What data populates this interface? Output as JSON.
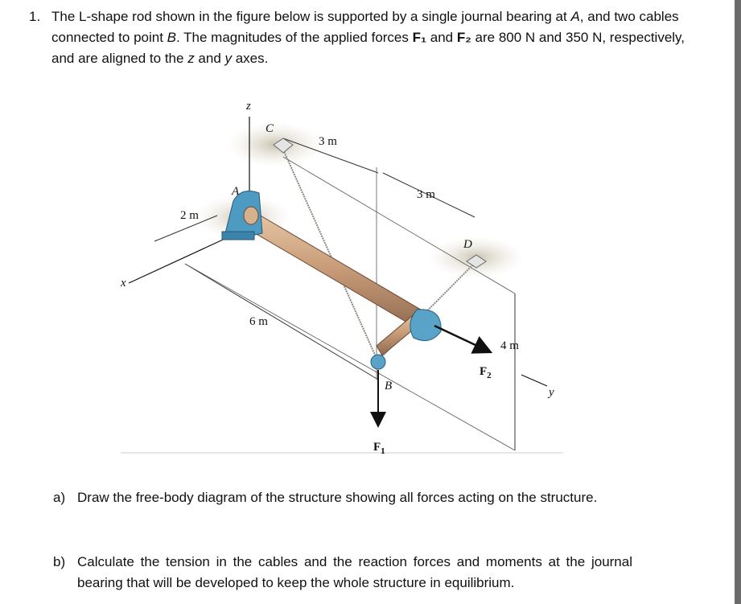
{
  "problem": {
    "number": "1.",
    "text_parts": [
      "The L-shape rod shown in the figure below is supported by a single journal bearing at ",
      "A",
      ", and two cables connected to point ",
      "B",
      ". The magnitudes of the applied forces ",
      "F₁",
      " and ",
      "F₂",
      " are 800 N and 350 N, respectively, and are aligned to the ",
      "z",
      " and ",
      "y",
      " axes."
    ]
  },
  "figure": {
    "labels": {
      "z": "z",
      "C": "C",
      "A": "A",
      "D": "D",
      "B": "B",
      "x": "x",
      "y": "y",
      "dim_3m_top": "3 m",
      "dim_3m_mid": "3 m",
      "dim_2m": "2 m",
      "dim_6m": "6 m",
      "dim_4m": "4 m",
      "F1": "F",
      "F1_sub": "1",
      "F2": "F",
      "F2_sub": "2"
    }
  },
  "parts": [
    {
      "letter": "a)",
      "text": "Draw the free-body diagram of the structure showing all forces acting on the structure."
    },
    {
      "letter": "b)",
      "text": "Calculate the tension in the cables and the reaction forces and moments at the journal bearing that will be developed to keep the whole structure in equilibrium."
    }
  ]
}
